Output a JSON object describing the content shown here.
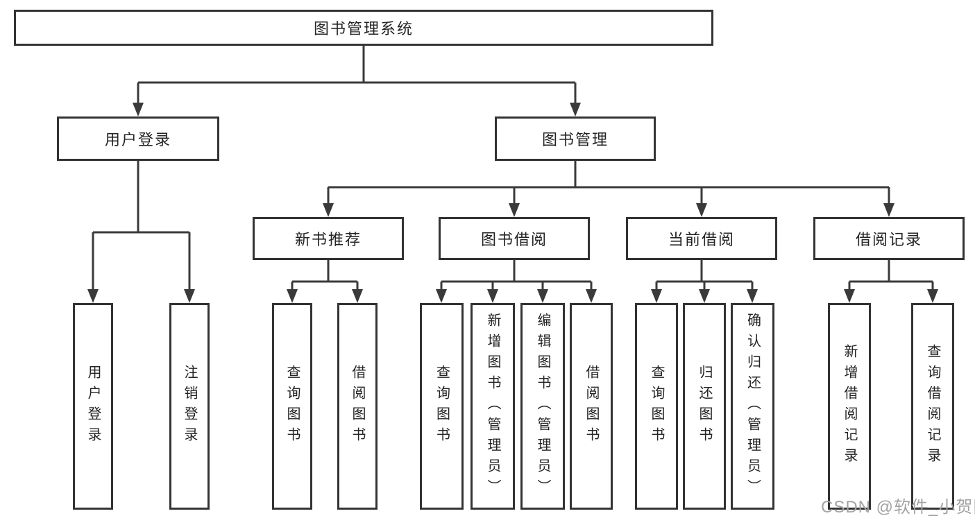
{
  "tree": {
    "label": "图书管理系统",
    "children": [
      {
        "label": "用户登录",
        "children": [
          {
            "label": "用户登录"
          },
          {
            "label": "注销登录"
          }
        ]
      },
      {
        "label": "图书管理",
        "children": [
          {
            "label": "新书推荐",
            "children": [
              {
                "label": "查询图书"
              },
              {
                "label": "借阅图书"
              }
            ]
          },
          {
            "label": "图书借阅",
            "children": [
              {
                "label": "查询图书"
              },
              {
                "label": "新增图书（管理员）"
              },
              {
                "label": "编辑图书（管理员）"
              },
              {
                "label": "借阅图书"
              }
            ]
          },
          {
            "label": "当前借阅",
            "children": [
              {
                "label": "查询图书"
              },
              {
                "label": "归还图书"
              },
              {
                "label": "确认归还（管理员）"
              }
            ]
          },
          {
            "label": "借阅记录",
            "children": [
              {
                "label": "新增借阅记录"
              },
              {
                "label": "查询借阅记录"
              }
            ]
          }
        ]
      }
    ]
  },
  "watermark": {
    "text": "CSDN @软件_小贺同学"
  },
  "colors": {
    "box_border": "#333333",
    "line": "#3a3a3a",
    "text": "#242424",
    "background": "#ffffff",
    "watermark": "#a3a3a3"
  }
}
